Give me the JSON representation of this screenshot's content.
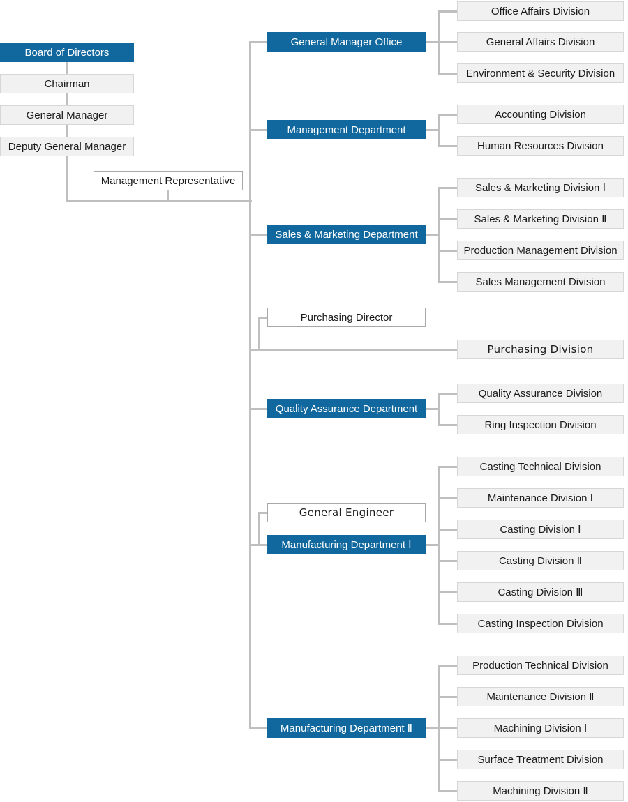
{
  "chart": {
    "colors": {
      "primary_box": "#11689e",
      "primary_text": "#ffffff",
      "connector_line": "#bfbfbf",
      "division_box_bg": "#f1f1f2"
    },
    "executive_chain": [
      {
        "label": "Board of Directors"
      },
      {
        "label": "Chairman"
      },
      {
        "label": "General Manager"
      },
      {
        "label": "Deputy General Manager"
      }
    ],
    "management_representative": {
      "label": "Management Representative"
    },
    "branches": [
      {
        "label": "General Manager Office",
        "children": [
          {
            "label": "Office Affairs Division"
          },
          {
            "label": "General Affairs Division"
          },
          {
            "label": "Environment & Security Division"
          }
        ]
      },
      {
        "label": "Management Department",
        "children": [
          {
            "label": "Accounting Division"
          },
          {
            "label": "Human Resources Division"
          }
        ]
      },
      {
        "label": "Sales & Marketing Department",
        "children": [
          {
            "label": "Sales & Marketing Division Ⅰ"
          },
          {
            "label": "Sales & Marketing Division Ⅱ"
          },
          {
            "label": "Production Management Division"
          },
          {
            "label": "Sales Management Division"
          }
        ]
      },
      {
        "label": "Purchasing Director",
        "children": [
          {
            "label": "Purchasing Division"
          }
        ]
      },
      {
        "label": "Quality Assurance Department",
        "children": [
          {
            "label": "Quality Assurance Division"
          },
          {
            "label": "Ring Inspection Division"
          }
        ]
      },
      {
        "label": "General Engineer",
        "children": []
      },
      {
        "label": "Manufacturing Department Ⅰ",
        "children": [
          {
            "label": "Casting Technical Division"
          },
          {
            "label": "Maintenance Division Ⅰ"
          },
          {
            "label": "Casting Division Ⅰ"
          },
          {
            "label": "Casting Division Ⅱ"
          },
          {
            "label": "Casting Division Ⅲ"
          },
          {
            "label": "Casting Inspection Division"
          }
        ]
      },
      {
        "label": "Manufacturing Department Ⅱ",
        "children": [
          {
            "label": "Production Technical Division"
          },
          {
            "label": "Maintenance Division Ⅱ"
          },
          {
            "label": "Machining Division Ⅰ"
          },
          {
            "label": "Surface Treatment Division"
          },
          {
            "label": "Machining Division Ⅱ"
          }
        ]
      }
    ]
  }
}
